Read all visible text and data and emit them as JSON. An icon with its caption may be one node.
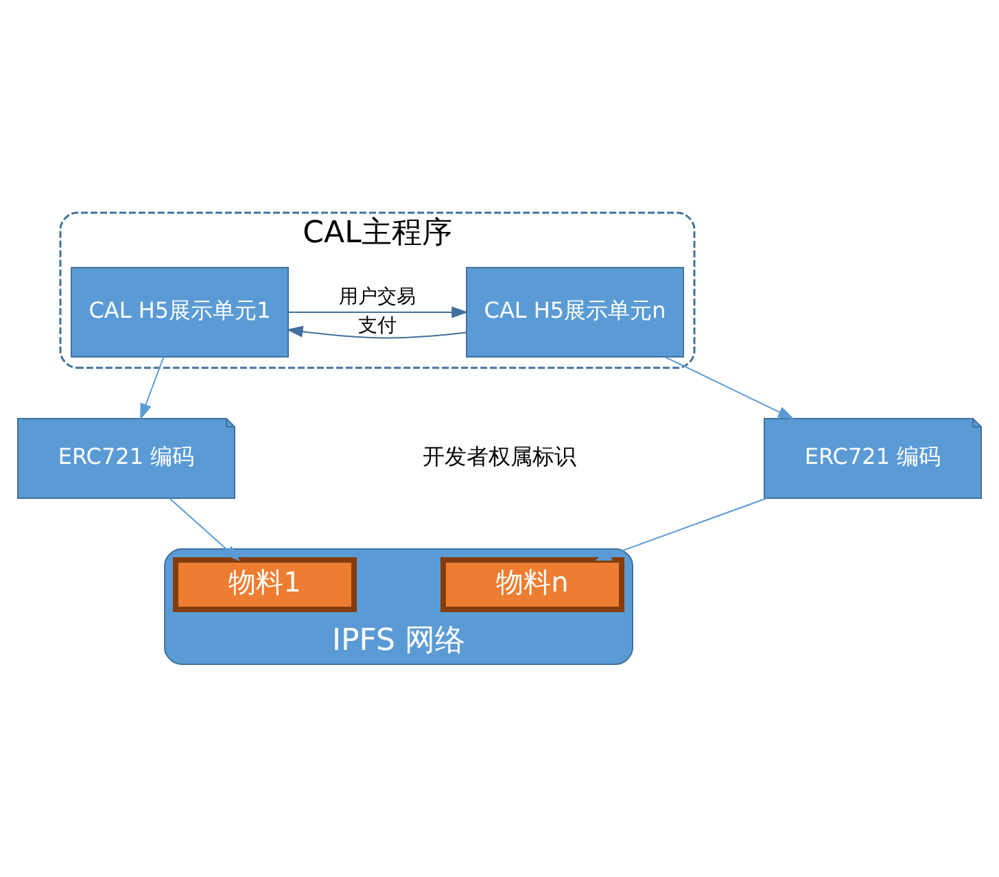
{
  "diagram": {
    "nodes": [
      {
        "text": [
          "CAL主程序"
        ]
      },
      {
        "text": [
          "CAL H5展示单元1"
        ],
        "in": 0
      },
      {
        "text": [
          "CAL H5展示单元n"
        ],
        "in": 0
      },
      {
        "text": [
          "ERC721 编码"
        ]
      },
      {
        "text": [
          "ERC721 编码"
        ]
      },
      {
        "text": [
          "IPFS 网络"
        ]
      },
      {
        "text": [
          "物料1"
        ],
        "in": 5
      },
      {
        "text": [
          "物料n"
        ],
        "in": 5
      }
    ],
    "edges": [
      {
        "from": 1,
        "to": 2,
        "arrow": "to",
        "label": "用户交易",
        "color": "#41719c"
      },
      {
        "from": 2,
        "to": 1,
        "arrow": "to",
        "label": "支付",
        "color": "#41719c"
      },
      {
        "from": 1,
        "to": 3,
        "arrow": "to"
      },
      {
        "from": 2,
        "to": 4,
        "arrow": "to"
      },
      {
        "from": 3,
        "to": 6,
        "arrow": "to"
      },
      {
        "from": 4,
        "to": 7,
        "arrow": "to"
      }
    ],
    "labels": [
      "开发者权属标识"
    ]
  }
}
